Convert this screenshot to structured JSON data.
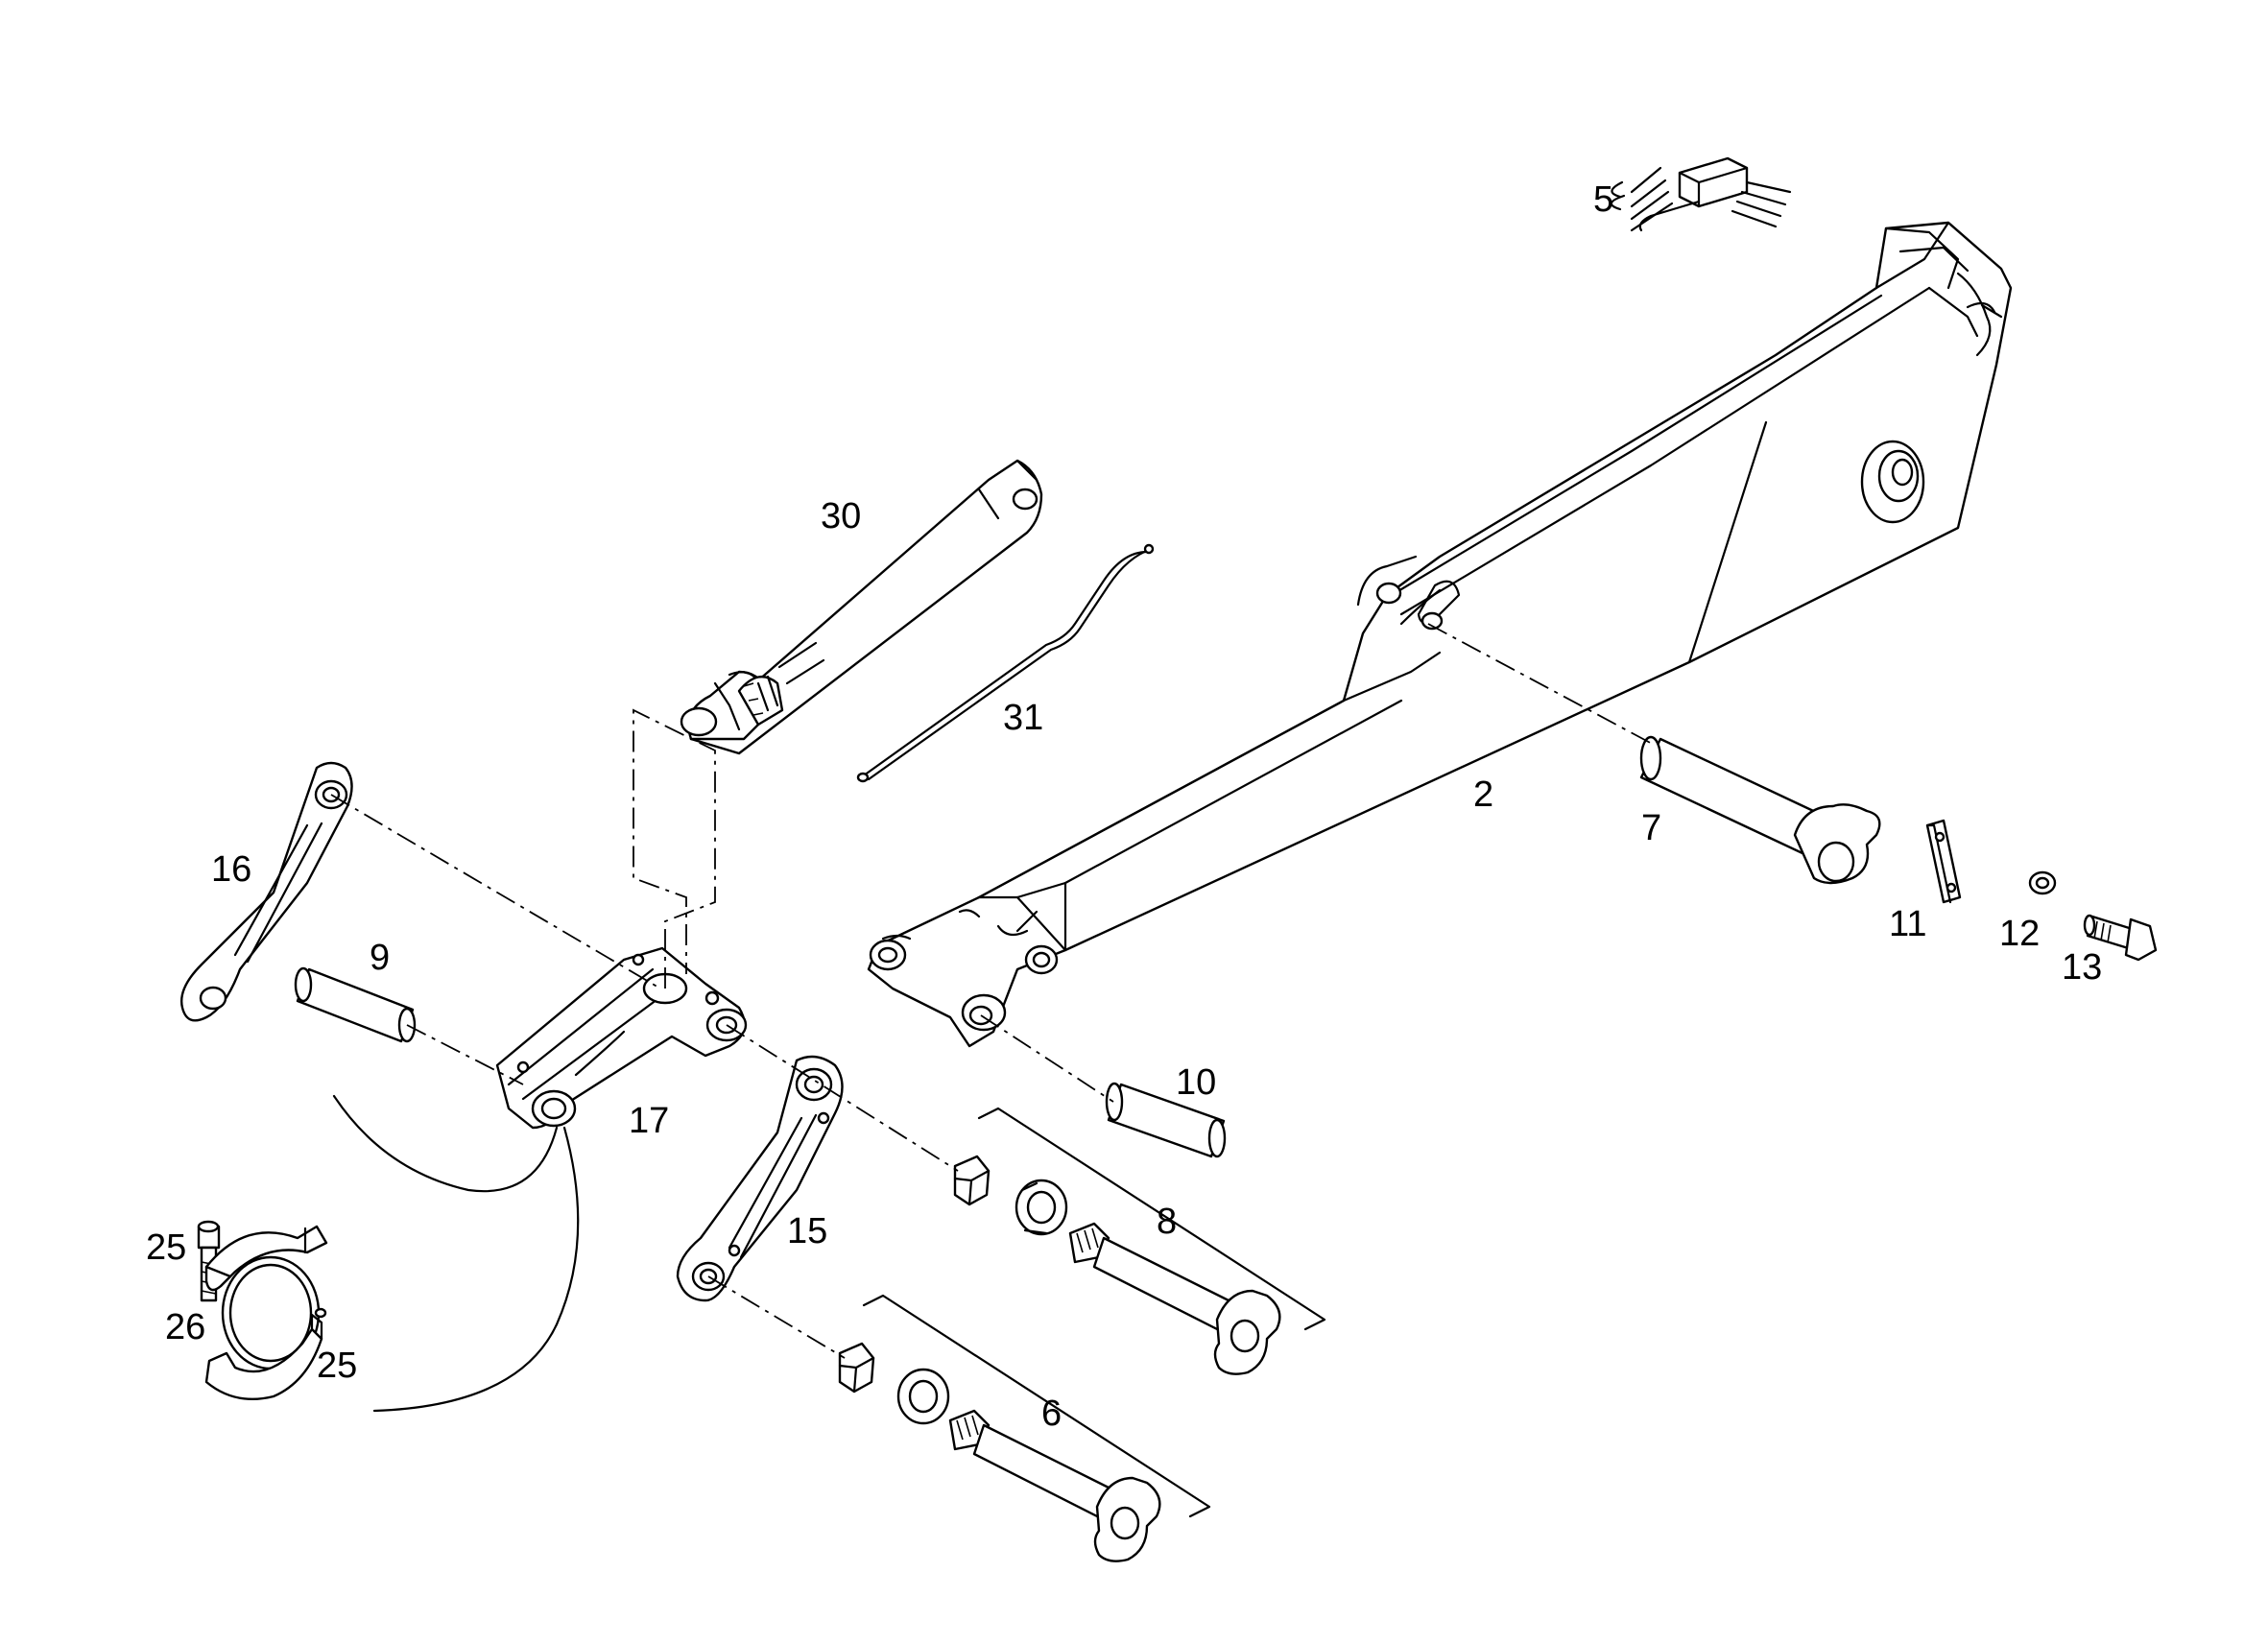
{
  "labels": {
    "p2": "2",
    "p5": "5",
    "p6": "6",
    "p7": "7",
    "p8": "8",
    "p9": "9",
    "p10": "10",
    "p11": "11",
    "p12": "12",
    "p13": "13",
    "p15": "15",
    "p16": "16",
    "p17": "17",
    "p25a": "25",
    "p25b": "25",
    "p26": "26",
    "p30": "30",
    "p31": "31"
  }
}
